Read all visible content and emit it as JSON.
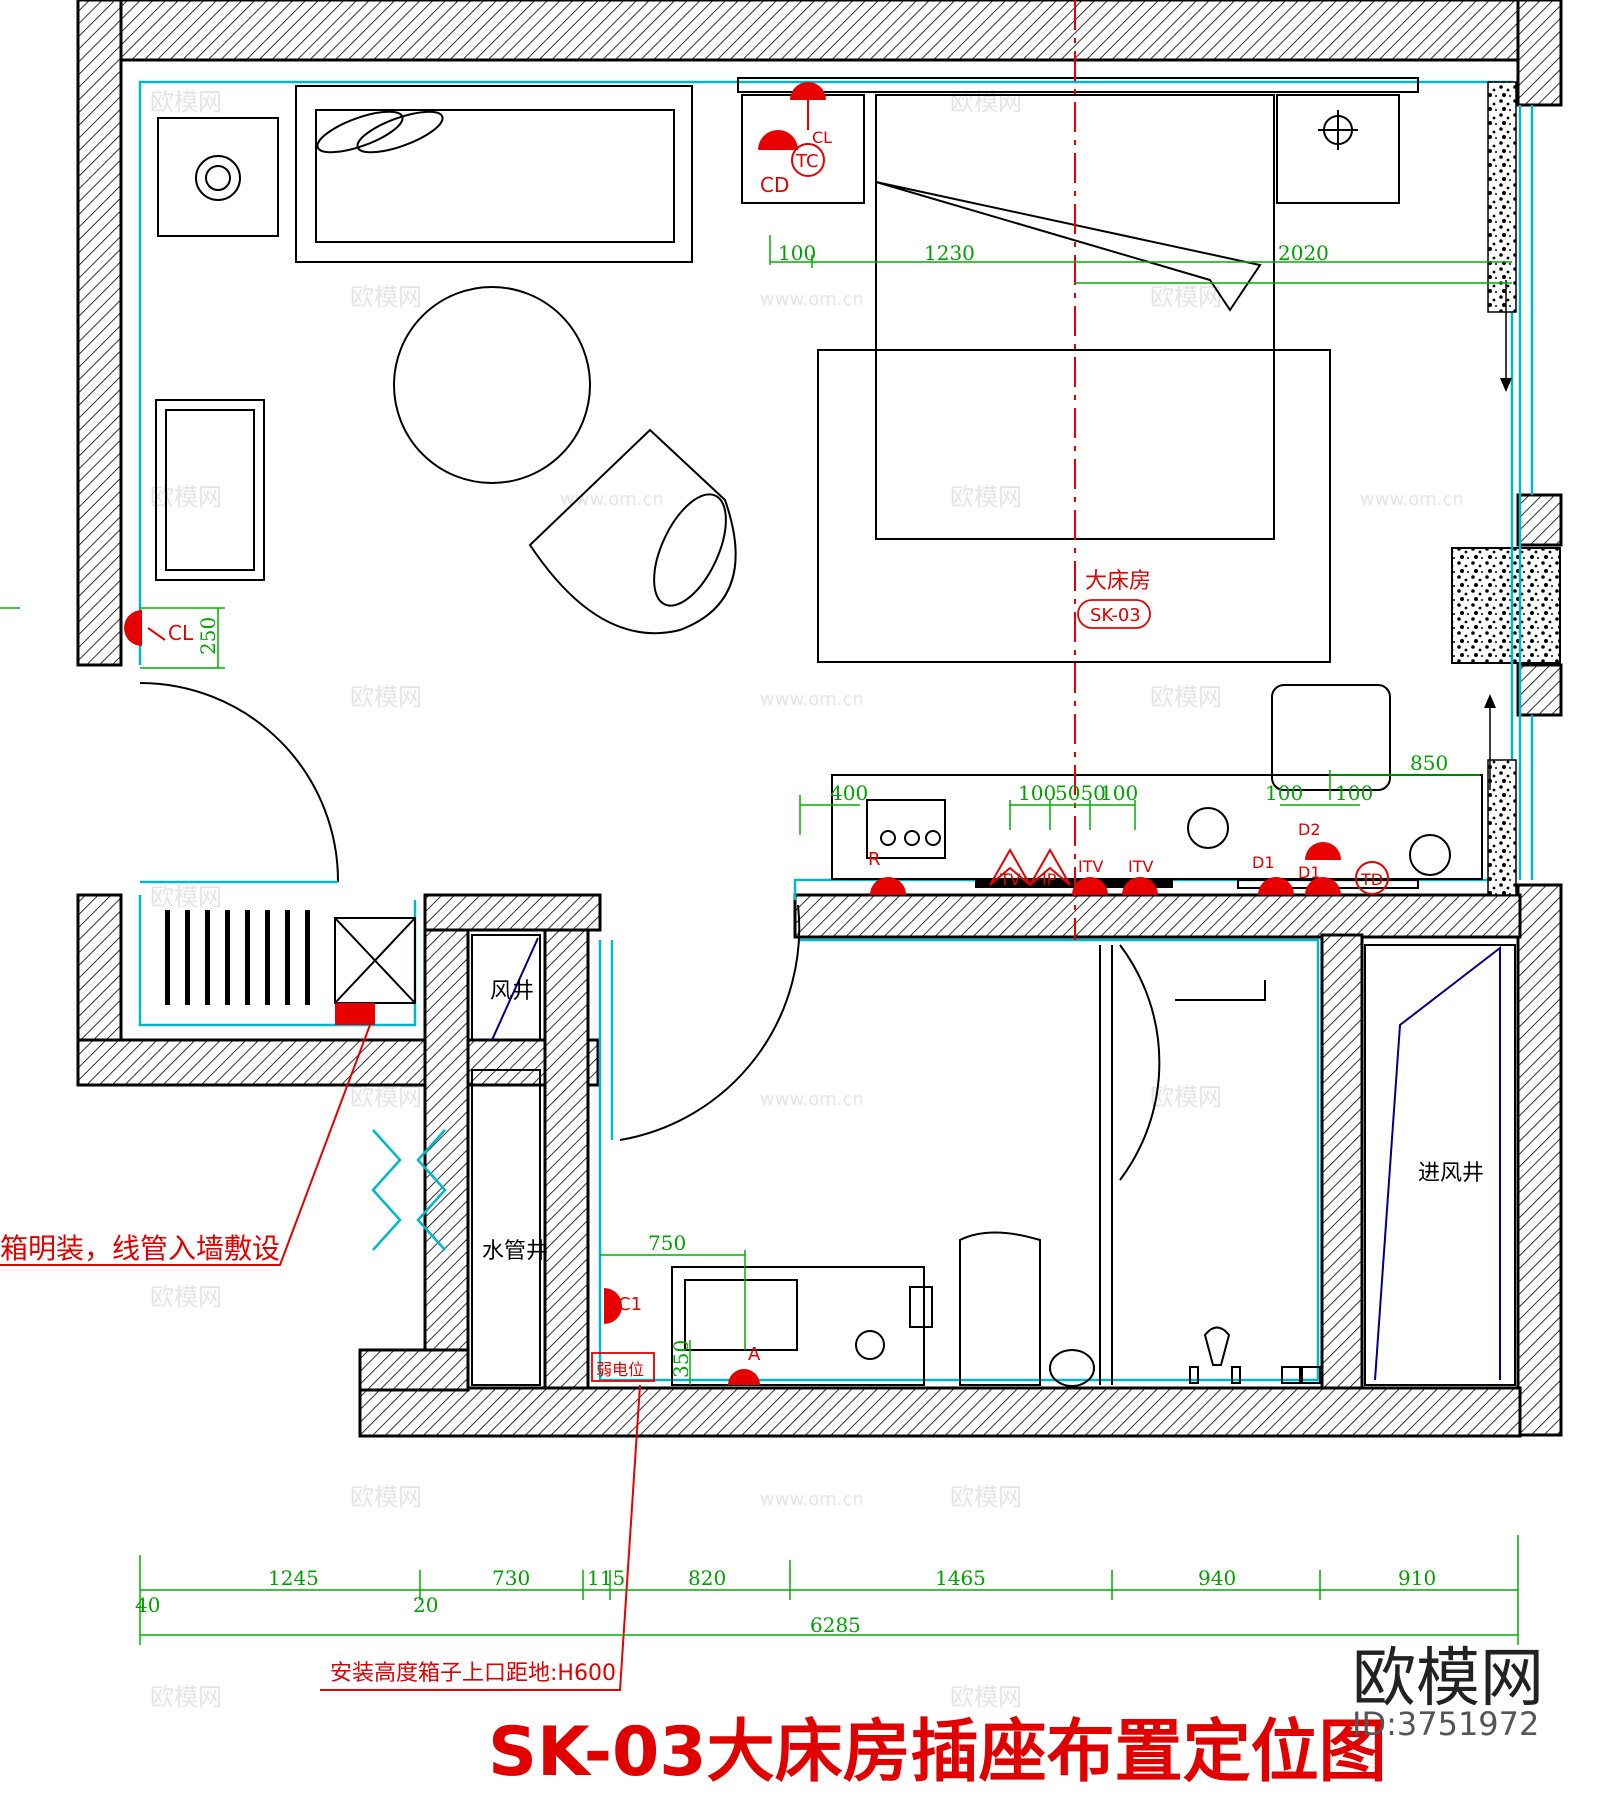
{
  "room": {
    "name": "大床房",
    "code": "SK-03"
  },
  "labels": {
    "air_shaft": "风井",
    "water_shaft": "水管井",
    "intake_shaft": "进风井",
    "cabinet_note": "箱明装，线管入墙敷设",
    "install_note": "安装高度箱子上口距地:H600",
    "ref_box": "弱电位"
  },
  "sockets": {
    "cd": "CD",
    "tc": "TC",
    "cl_top": "CL",
    "cl_left": "CL",
    "r": "R",
    "tv1": "TV",
    "ip": "IP",
    "itv1": "ITV",
    "itv2": "ITV",
    "d1a": "D1",
    "d1b": "D1",
    "d2": "D2",
    "td": "TD",
    "c1": "C1",
    "a": "A"
  },
  "dimensions": {
    "d100_top": "100",
    "d1230": "1230",
    "d2020": "2020",
    "d250": "250",
    "d400": "400",
    "d100a": "100",
    "d5050": "5050",
    "d100b": "100",
    "d850": "850",
    "d100c": "100",
    "d100d": "100",
    "d750": "750",
    "d350": "350",
    "bottom_row": [
      "1245",
      "730",
      "115",
      "820",
      "1465",
      "940",
      "910"
    ],
    "d40": "40",
    "d20": "20",
    "total": "6285"
  },
  "title": "SK-03大床房插座布置定位图",
  "brand": {
    "logo": "欧模网",
    "id": "ID:3751972"
  },
  "watermark": {
    "text": "欧模网",
    "url": "www.om.cn"
  },
  "colors": {
    "wall_hatch": "#000000",
    "finish_line": "#00b8c8",
    "socket_red": "#e60000",
    "dimension_green": "#00a000",
    "title_red": "#e00000"
  }
}
